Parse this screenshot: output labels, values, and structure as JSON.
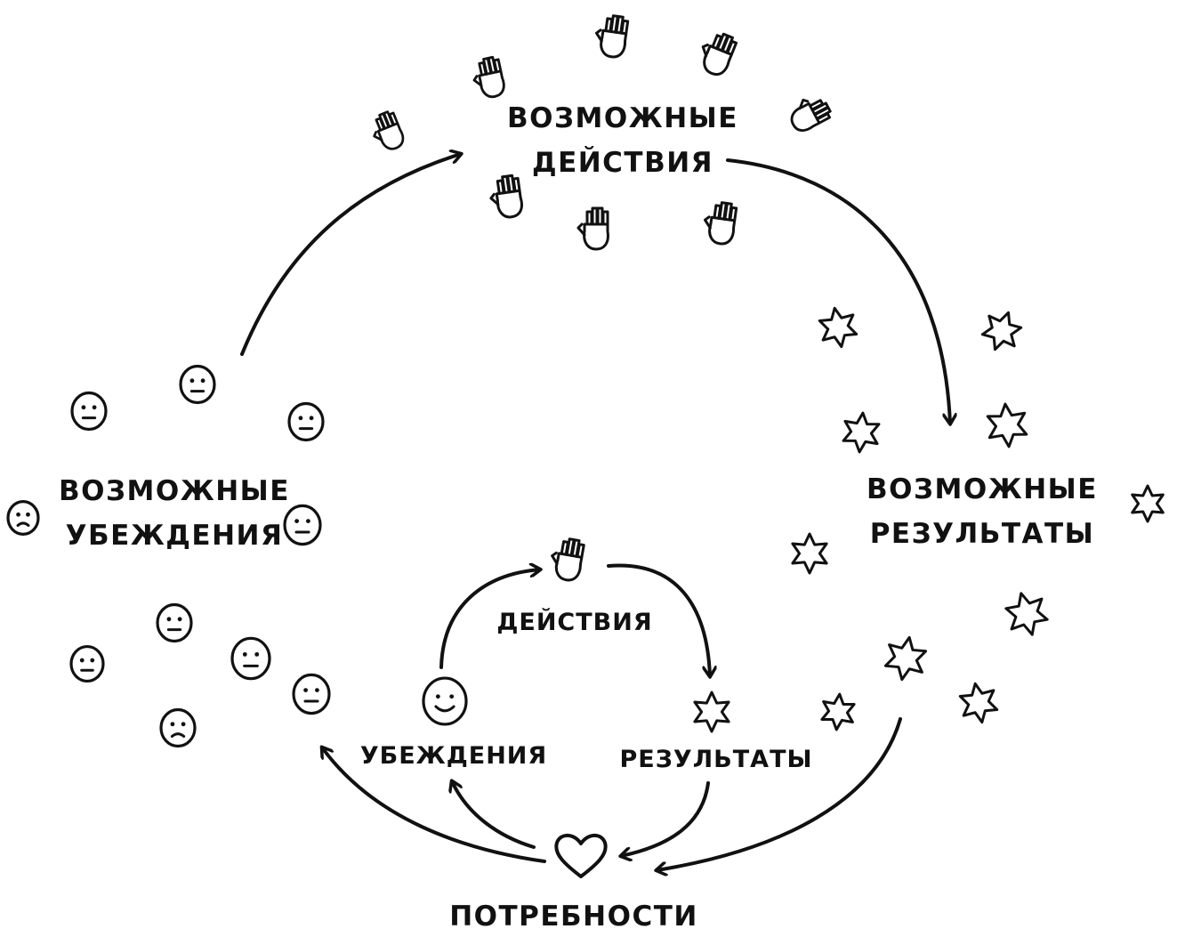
{
  "outer_cycle": {
    "actions": [
      "ВОЗМОЖНЫЕ",
      "ДЕЙСТВИЯ"
    ],
    "results": [
      "ВОЗМОЖНЫЕ",
      "РЕЗУЛЬТАТЫ"
    ],
    "beliefs": [
      "ВОЗМОЖНЫЕ",
      "УБЕЖДЕНИЯ"
    ]
  },
  "inner_cycle": {
    "actions": "ДЕЙСТВИЯ",
    "results": "РЕЗУЛЬТАТЫ",
    "beliefs": "УБЕЖДЕНИЯ"
  },
  "root": "ПОТРЕБНОСТИ",
  "icons": {
    "action": "hand-icon",
    "result": "star-icon",
    "belief": "face-icon",
    "need": "heart-icon"
  },
  "colors": {
    "ink": "#111111",
    "background": "#ffffff"
  }
}
